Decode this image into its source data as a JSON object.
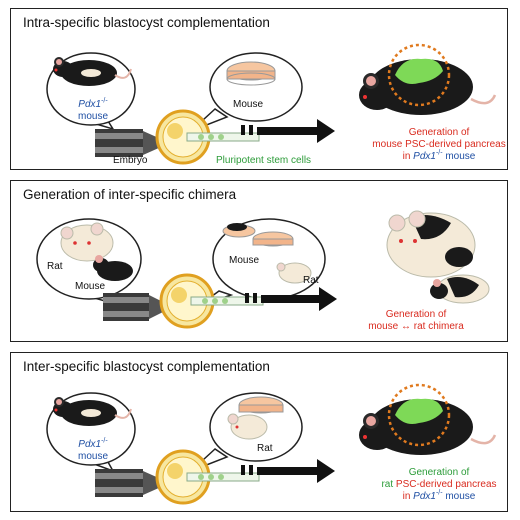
{
  "panels": [
    {
      "title": "Intra-specific blastocyst complementation",
      "bubble_left": {
        "gene": "Pdx1",
        "gene_sup": "-/-",
        "label": "mouse"
      },
      "bubble_right": {
        "label": "Mouse"
      },
      "embryo_label": "Embryo",
      "cells_label": "Pluripotent stem cells",
      "result": {
        "line1": "Generation of",
        "line2_a": "mouse",
        "line2_b": " PSC-derived pancreas",
        "line3_a": "in ",
        "line3_gene": "Pdx1",
        "line3_sup": "-/-",
        "line3_b": " mouse"
      }
    },
    {
      "title": "Generation of inter-specific chimera",
      "bubble_left": {
        "label_top": "Rat",
        "label_bottom": "Mouse"
      },
      "bubble_right": {
        "label_top": "Mouse",
        "label_bottom": "Rat"
      },
      "result": {
        "line1": "Generation of",
        "line2": "mouse ↔ rat chimera"
      }
    },
    {
      "title": "Inter-specific blastocyst complementation",
      "bubble_left": {
        "gene": "Pdx1",
        "gene_sup": "-/-",
        "label": "mouse"
      },
      "bubble_right": {
        "label": "Rat"
      },
      "result": {
        "line1": "Generation of",
        "line2_a": "rat",
        "line2_b": " PSC-derived pancreas",
        "line3_a": "in ",
        "line3_gene": "Pdx1",
        "line3_sup": "-/-",
        "line3_b": " mouse"
      }
    }
  ],
  "colors": {
    "frame": "#222222",
    "label_blue": "#1f4fa3",
    "label_red": "#d92b1f",
    "label_green": "#2d9c3a",
    "pancreas": "#7ed957",
    "halo": "#e07a1f",
    "mouse_black": "#1a1a1a",
    "rat_cream": "#f4ead8",
    "embryo_yellow": "#f7e7a0"
  }
}
